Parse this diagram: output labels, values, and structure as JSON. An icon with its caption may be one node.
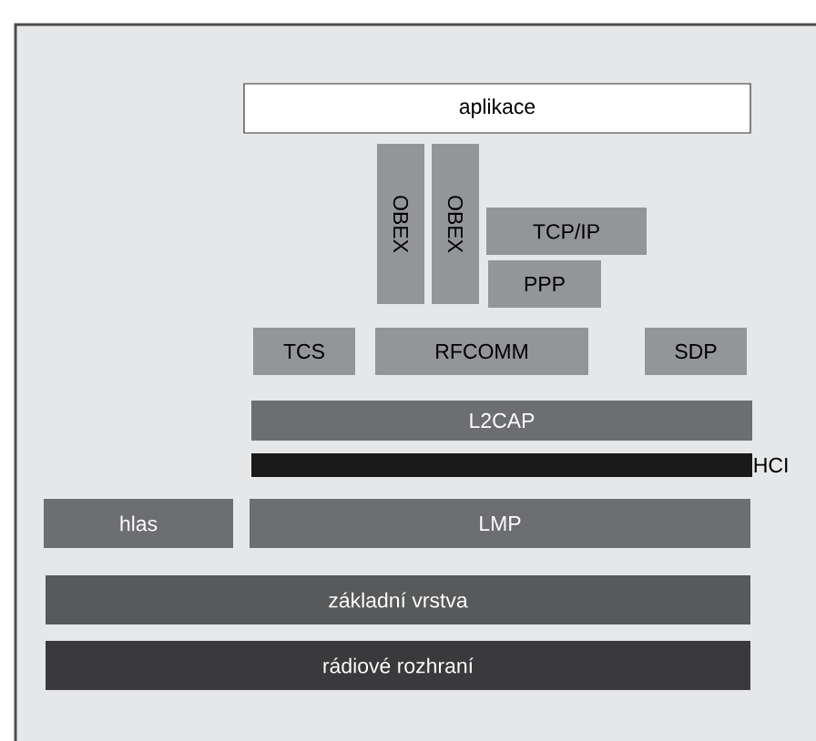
{
  "diagram": {
    "nodes": [
      {
        "text": [
          "aplikace"
        ]
      },
      {
        "text": [
          "OBEX"
        ]
      },
      {
        "text": [
          "OBEX"
        ]
      },
      {
        "text": [
          "TCP/IP"
        ]
      },
      {
        "text": [
          "PPP"
        ]
      },
      {
        "text": [
          "TCS"
        ]
      },
      {
        "text": [
          "RFCOMM"
        ]
      },
      {
        "text": [
          "SDP"
        ]
      },
      {
        "text": [
          "L2CAP"
        ]
      },
      {
        "text": [],
        "shape": "bar",
        "beside": [
          "HCI"
        ]
      },
      {
        "text": [
          "hlas"
        ]
      },
      {
        "text": [
          "LMP"
        ]
      },
      {
        "text": [
          "základní vrstva"
        ]
      },
      {
        "text": [
          "rádiové rozhraní"
        ]
      }
    ]
  }
}
